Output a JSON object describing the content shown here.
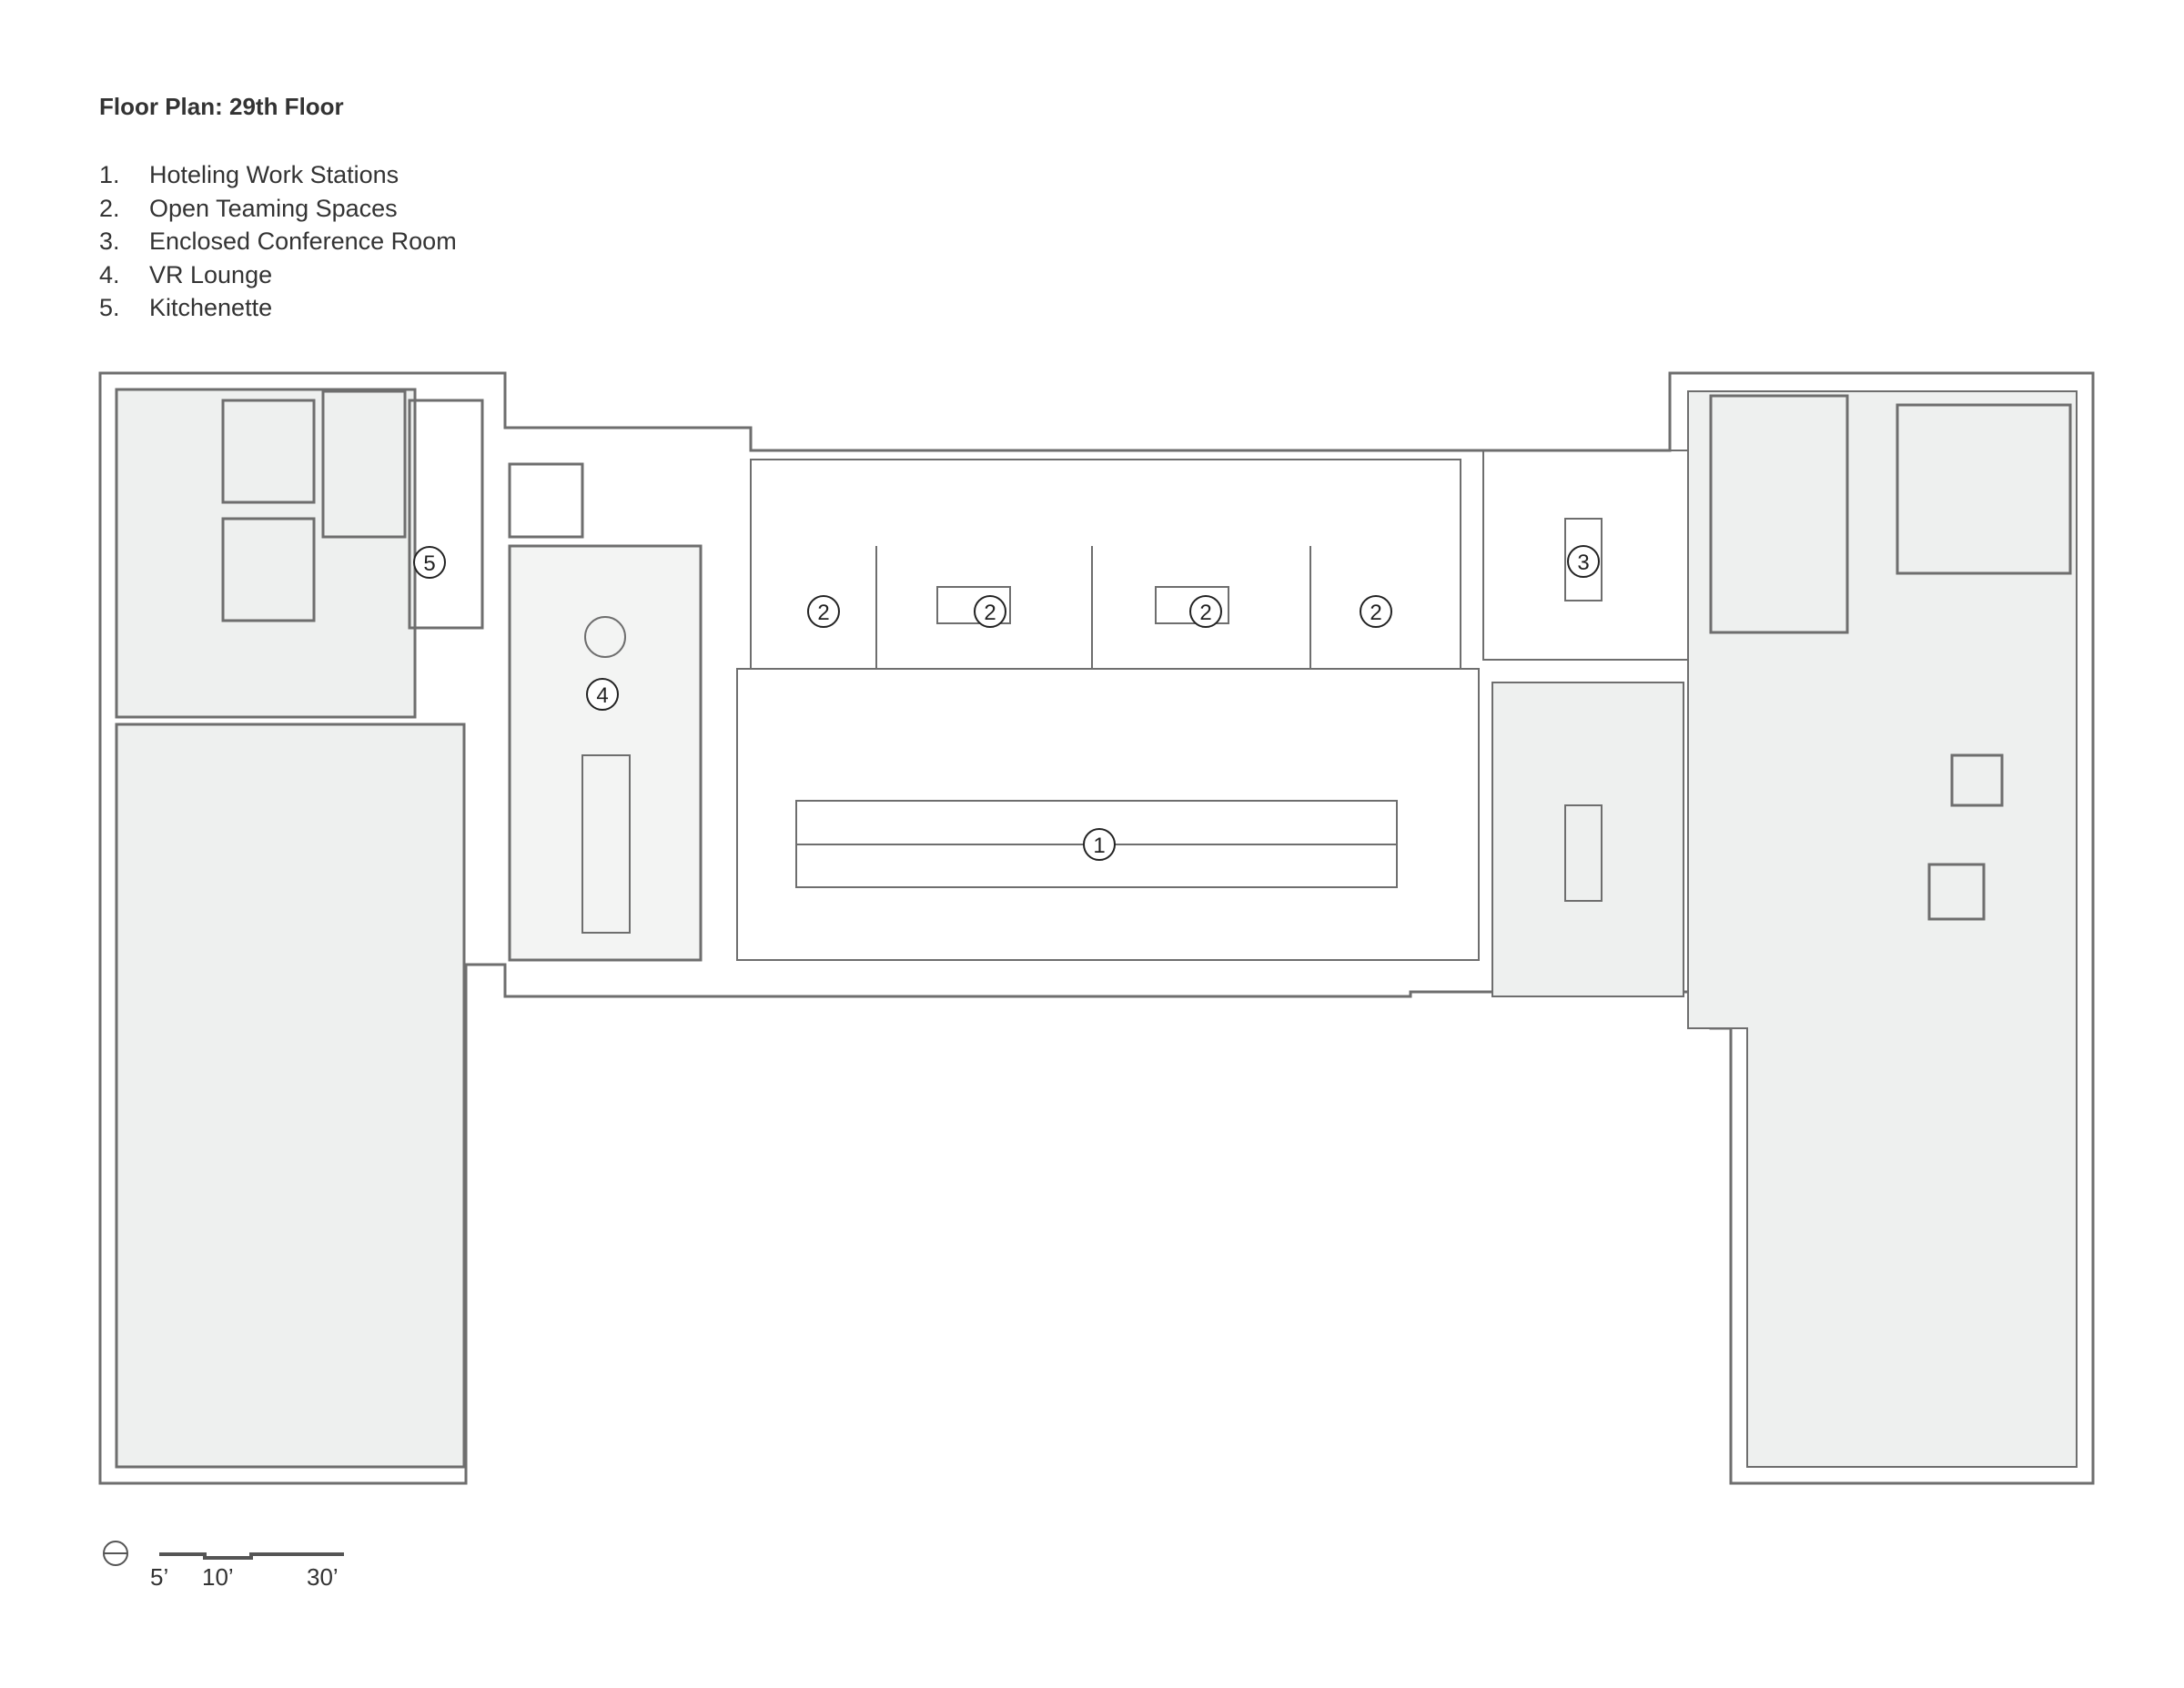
{
  "title": "Floor Plan: 29th Floor",
  "legend": [
    {
      "num": "1.",
      "label": "Hoteling Work Stations"
    },
    {
      "num": "2.",
      "label": "Open Teaming Spaces"
    },
    {
      "num": "3.",
      "label": "Enclosed Conference Room"
    },
    {
      "num": "4.",
      "label": "VR Lounge"
    },
    {
      "num": "5.",
      "label": "Kitchenette"
    }
  ],
  "room_tags": {
    "workstations": "1",
    "teaming_a": "2",
    "teaming_b": "2",
    "teaming_c": "2",
    "teaming_d": "2",
    "conference": "3",
    "vr_lounge": "4",
    "kitchenette": "5"
  },
  "scale_bar": {
    "labels": [
      "5’",
      "10’",
      "30’"
    ]
  },
  "colors": {
    "wall": "#6e6e6e",
    "fill_core": "#eef0ef",
    "line": "#9a9a9a",
    "text": "#333333"
  }
}
